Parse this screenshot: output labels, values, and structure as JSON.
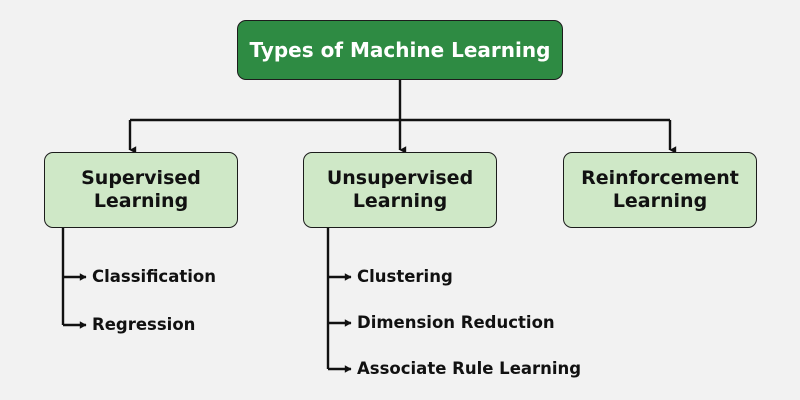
{
  "diagram": {
    "title": "Types of Machine Learning",
    "background_color": "#f2f2f2",
    "root": {
      "label": "Types of Machine Learning",
      "fill_color": "#2e8b43",
      "text_color": "#ffffff"
    },
    "branches": [
      {
        "label": "Supervised\nLearning",
        "fill_color": "#cfe8c7",
        "text_color": "#111111",
        "children": [
          {
            "label": "Classification"
          },
          {
            "label": "Regression"
          }
        ]
      },
      {
        "label": "Unsupervised\nLearning",
        "fill_color": "#cfe8c7",
        "text_color": "#111111",
        "children": [
          {
            "label": "Clustering"
          },
          {
            "label": "Dimension Reduction"
          },
          {
            "label": "Associate Rule Learning"
          }
        ]
      },
      {
        "label": "Reinforcement\nLearning",
        "fill_color": "#cfe8c7",
        "text_color": "#111111",
        "children": []
      }
    ],
    "connector_color": "#111111"
  }
}
